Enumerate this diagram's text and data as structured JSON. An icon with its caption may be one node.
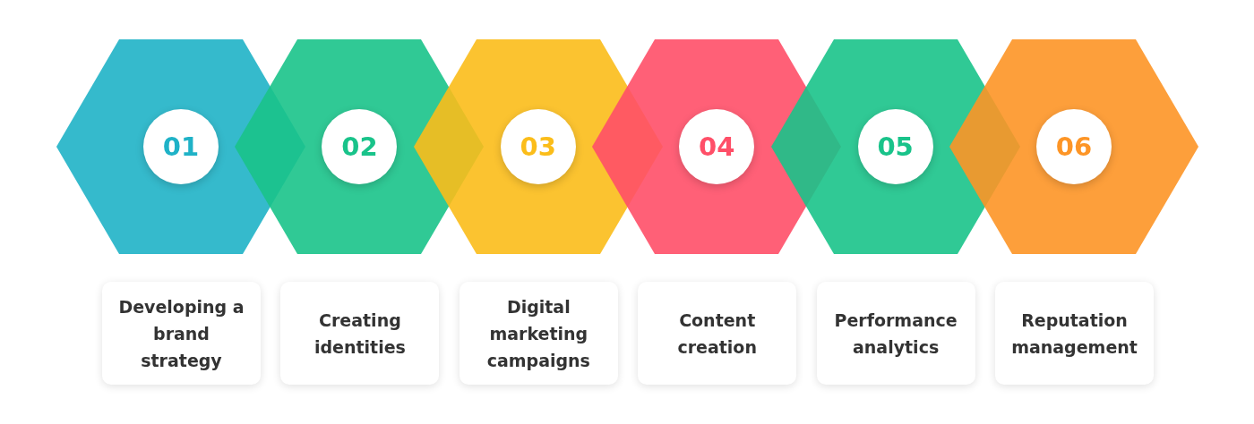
{
  "diagram": {
    "nodes": [
      {
        "text": [
          "01"
        ]
      },
      {
        "text": [
          "02"
        ]
      },
      {
        "text": [
          "03"
        ]
      },
      {
        "text": [
          "04"
        ]
      },
      {
        "text": [
          "05"
        ]
      },
      {
        "text": [
          "06"
        ]
      },
      {
        "text": [
          "Developing a brand strategy"
        ]
      },
      {
        "text": [
          "Creating identities"
        ]
      },
      {
        "text": [
          "Digital marketing campaigns"
        ]
      },
      {
        "text": [
          "Content creation"
        ]
      },
      {
        "text": [
          "Performance analytics"
        ]
      },
      {
        "text": [
          "Reputation management"
        ]
      }
    ]
  }
}
